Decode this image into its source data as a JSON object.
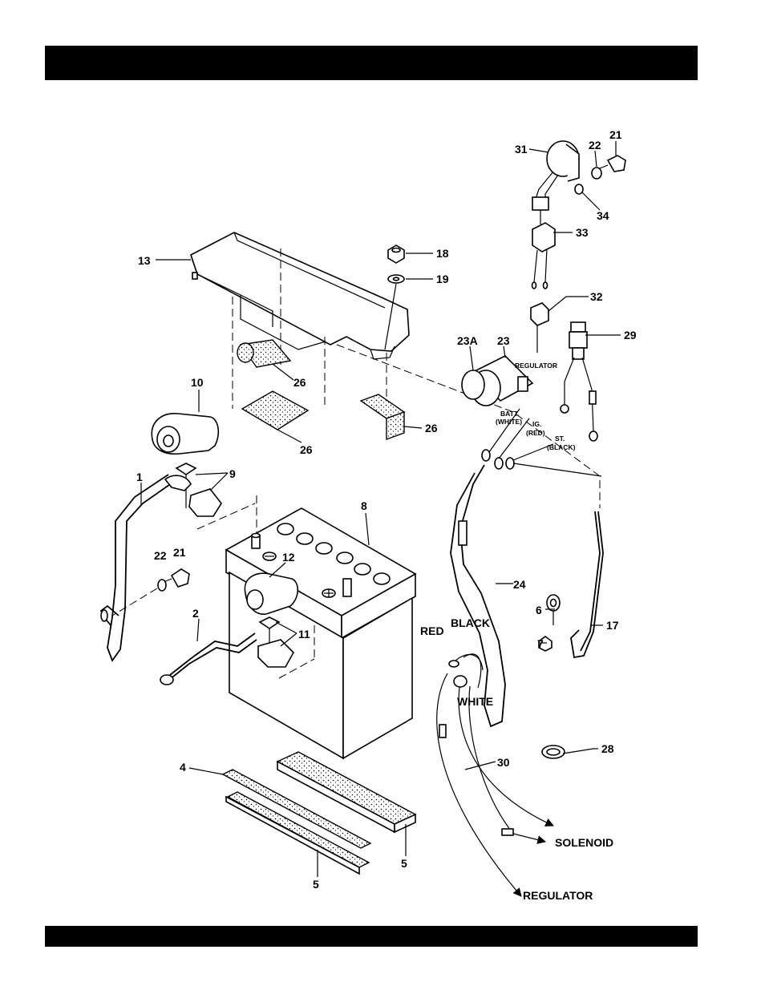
{
  "header": {
    "title": "",
    "footer": ""
  },
  "labels": {
    "p1": "1",
    "p2": "2",
    "p4": "4",
    "p5a": "5",
    "p5b": "5",
    "p6": "6",
    "p7": "7",
    "p8": "8",
    "p9": "9",
    "p10": "10",
    "p11": "11",
    "p12": "12",
    "p13": "13",
    "p17": "17",
    "p18": "18",
    "p19": "19",
    "p21a": "21",
    "p21b": "21",
    "p22a": "22",
    "p22b": "22",
    "p23": "23",
    "p23a": "23A",
    "p24": "24",
    "p26a": "26",
    "p26b": "26",
    "p26c": "26",
    "p28": "28",
    "p29": "29",
    "p30": "30",
    "p31": "31",
    "p32": "32",
    "p33": "33",
    "p34": "34"
  },
  "wire_labels": {
    "batt": "BATT.",
    "batt_color": "(WHITE)",
    "ig": "IG.",
    "ig_color": "(RED)",
    "st": "ST.",
    "st_color": "(BLACK)",
    "regulator_small": "REGULATOR",
    "red": "RED",
    "black": "BLACK",
    "white": "WHITE",
    "solenoid": "SOLENOID",
    "regulator": "REGULATOR"
  }
}
